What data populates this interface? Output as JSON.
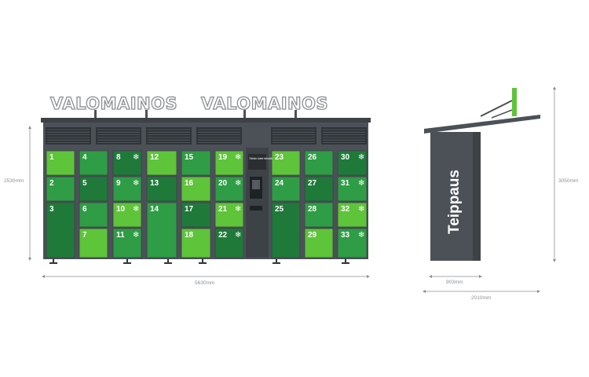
{
  "sign": {
    "text_left": "VALOMAINOS",
    "text_right": "VALOMAINOS"
  },
  "side_panel": {
    "text": "Teippaus"
  },
  "kiosk": {
    "screen_caption": "Tähän tulee tekstiä"
  },
  "dimensions": {
    "front_height": "2530mm",
    "front_width": "5630mm",
    "side_depth": "903mm",
    "side_total_depth": "2010mm",
    "side_total_height": "3050mm"
  },
  "colors": {
    "frame": "#4b5157",
    "vent": "#2f3438",
    "bright_green": "#5ec43a",
    "mid_green": "#2e9d45",
    "dark_green": "#1f7a3a"
  },
  "lockers": [
    {
      "label": "1",
      "shade": "bright",
      "snowflake": false
    },
    {
      "label": "2",
      "shade": "mid",
      "snowflake": false
    },
    {
      "label": "3",
      "shade": "dark",
      "snowflake": false
    },
    {
      "label": "4",
      "shade": "mid",
      "snowflake": false
    },
    {
      "label": "5",
      "shade": "dark",
      "snowflake": false
    },
    {
      "label": "6",
      "shade": "mid",
      "snowflake": false
    },
    {
      "label": "7",
      "shade": "bright",
      "snowflake": false
    },
    {
      "label": "8",
      "shade": "dark",
      "snowflake": true
    },
    {
      "label": "9",
      "shade": "mid",
      "snowflake": true
    },
    {
      "label": "10",
      "shade": "bright",
      "snowflake": true
    },
    {
      "label": "11",
      "shade": "mid",
      "snowflake": true
    },
    {
      "label": "12",
      "shade": "bright",
      "snowflake": false
    },
    {
      "label": "13",
      "shade": "dark",
      "snowflake": false
    },
    {
      "label": "14",
      "shade": "mid",
      "snowflake": false
    },
    {
      "label": "15",
      "shade": "mid",
      "snowflake": false
    },
    {
      "label": "16",
      "shade": "bright",
      "snowflake": false
    },
    {
      "label": "17",
      "shade": "dark",
      "snowflake": false
    },
    {
      "label": "18",
      "shade": "bright",
      "snowflake": false
    },
    {
      "label": "19",
      "shade": "bright",
      "snowflake": true
    },
    {
      "label": "20",
      "shade": "mid",
      "snowflake": true
    },
    {
      "label": "21",
      "shade": "bright",
      "snowflake": true
    },
    {
      "label": "22",
      "shade": "dark",
      "snowflake": true
    },
    {
      "label": "23",
      "shade": "bright",
      "snowflake": false
    },
    {
      "label": "24",
      "shade": "mid",
      "snowflake": false
    },
    {
      "label": "25",
      "shade": "dark",
      "snowflake": false
    },
    {
      "label": "26",
      "shade": "mid",
      "snowflake": false
    },
    {
      "label": "27",
      "shade": "dark",
      "snowflake": false
    },
    {
      "label": "28",
      "shade": "mid",
      "snowflake": false
    },
    {
      "label": "29",
      "shade": "bright",
      "snowflake": false
    },
    {
      "label": "30",
      "shade": "dark",
      "snowflake": true
    },
    {
      "label": "31",
      "shade": "mid",
      "snowflake": true
    },
    {
      "label": "32",
      "shade": "bright",
      "snowflake": true
    },
    {
      "label": "33",
      "shade": "mid",
      "snowflake": true
    }
  ]
}
